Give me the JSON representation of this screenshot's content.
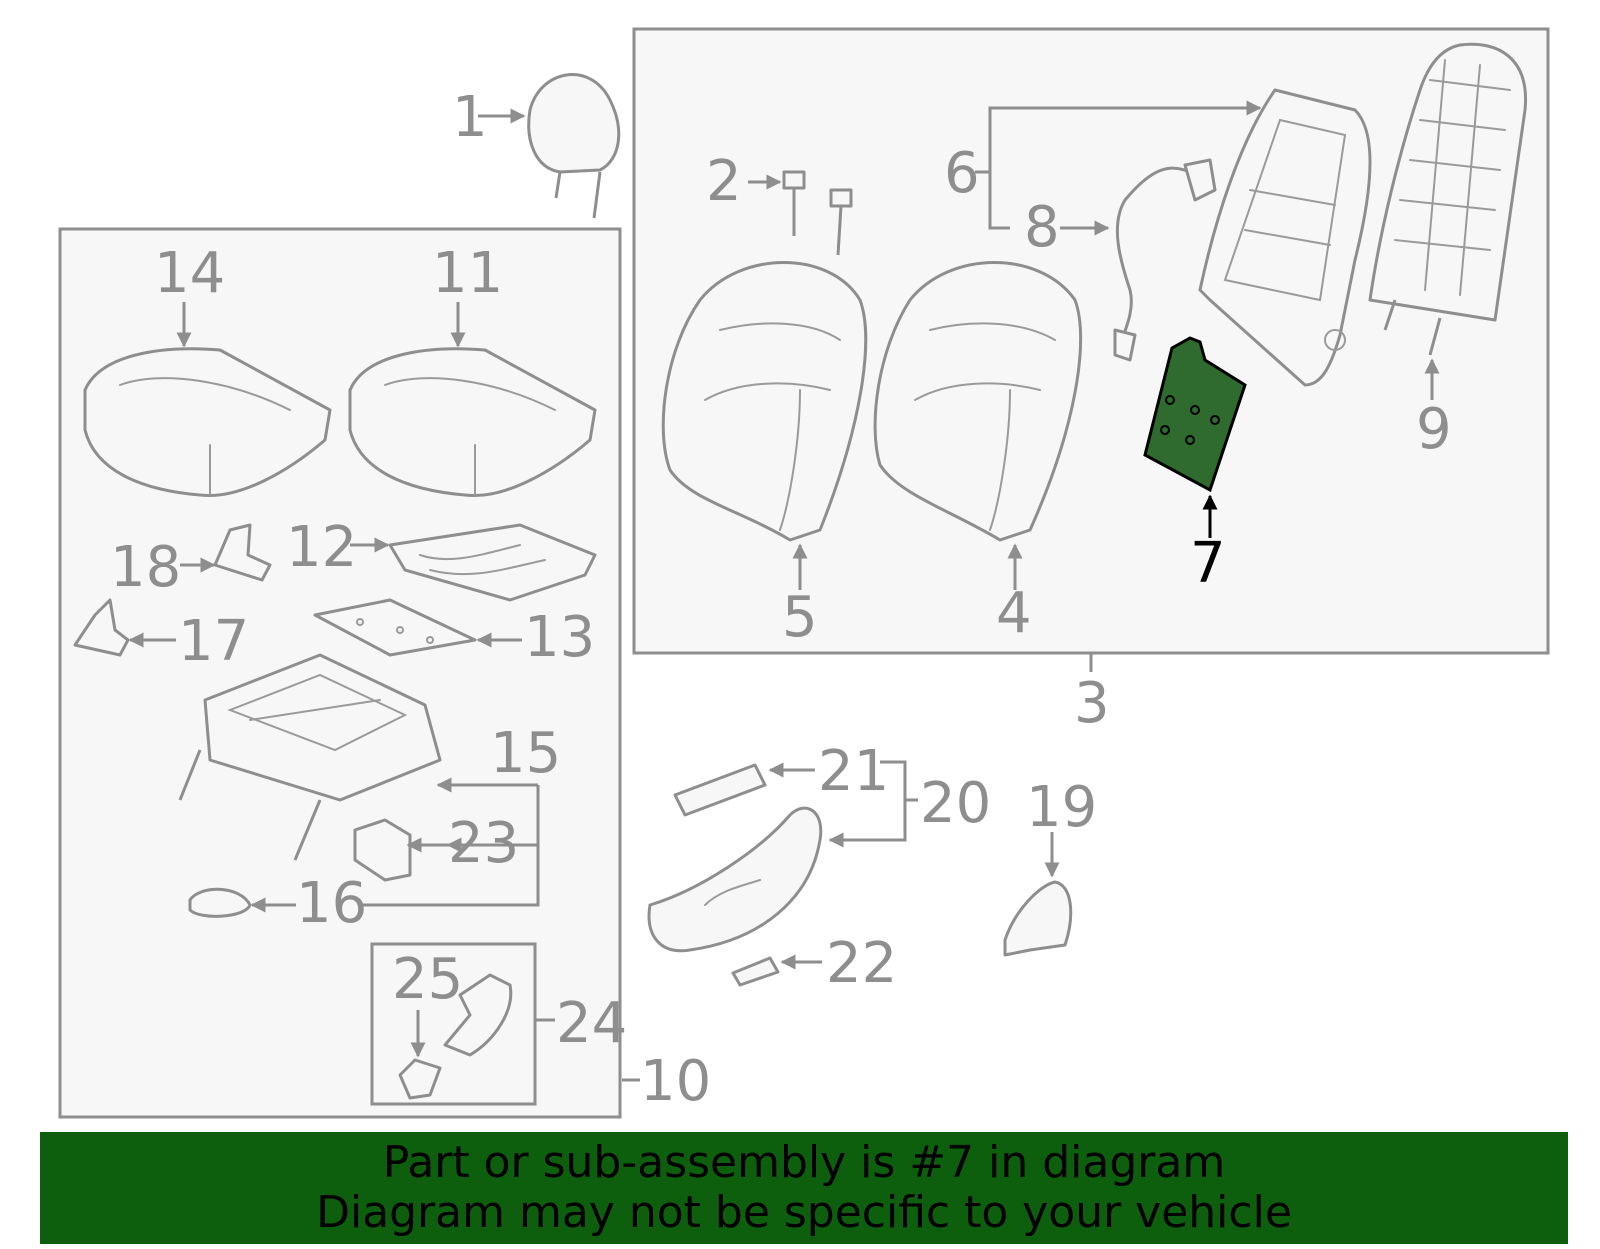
{
  "labels": {
    "p1": "1",
    "p2": "2",
    "p3": "3",
    "p4": "4",
    "p5": "5",
    "p6": "6",
    "p7": "7",
    "p8": "8",
    "p9": "9",
    "p10": "10",
    "p11": "11",
    "p12": "12",
    "p13": "13",
    "p14": "14",
    "p15": "15",
    "p16": "16",
    "p17": "17",
    "p18": "18",
    "p19": "19",
    "p20": "20",
    "p21": "21",
    "p22": "22",
    "p23": "23",
    "p24": "24",
    "p25": "25"
  },
  "highlight": {
    "part": "7",
    "color": "#2f6b2f"
  },
  "banner": {
    "line1": "Part or sub-assembly is #7 in diagram",
    "line2": "Diagram may not be specific to your vehicle",
    "color": "#0d5e0d"
  }
}
